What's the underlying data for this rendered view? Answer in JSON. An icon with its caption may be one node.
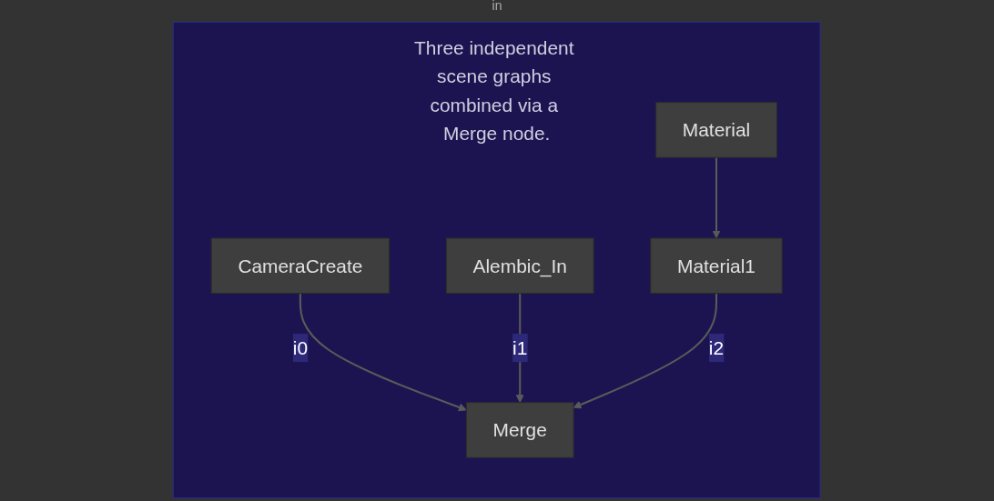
{
  "diagram": {
    "nodes": [
      {
        "text": [
          "Three independent scene graphs combined via a Merge node."
        ]
      },
      {
        "text": [
          "CameraCreate"
        ],
        "in": 0
      },
      {
        "text": [
          "Alembic_In"
        ],
        "in": 0
      },
      {
        "text": [
          "Material"
        ],
        "in": 0
      },
      {
        "text": [
          "Material1"
        ],
        "in": 0
      },
      {
        "text": [
          "Merge"
        ],
        "in": 0
      }
    ],
    "edges": [
      {
        "from": 3,
        "to": 4,
        "arrow": "to"
      },
      {
        "from": 1,
        "to": 5,
        "arrow": "to",
        "label": "i0"
      },
      {
        "from": 2,
        "to": 5,
        "arrow": "to",
        "label": "i1"
      },
      {
        "from": 4,
        "to": 5,
        "arrow": "to",
        "label": "i2"
      }
    ],
    "labels": [
      "in"
    ]
  }
}
